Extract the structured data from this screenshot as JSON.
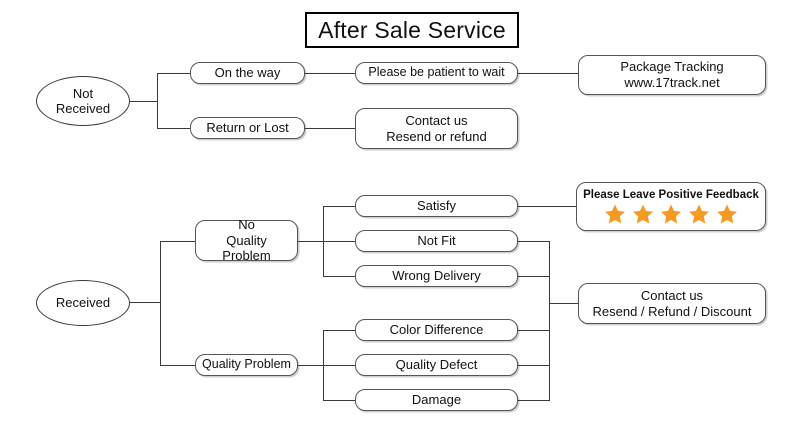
{
  "title": "After Sale Service",
  "flow": {
    "not_received": {
      "root": "Not\nReceived",
      "root_line1": "Not",
      "root_line2": "Received",
      "on_the_way": "On the way",
      "return_or_lost": "Return or Lost",
      "please_wait": "Please be patient to wait",
      "tracking_line1": "Package Tracking",
      "tracking_line2": "www.17track.net",
      "contact_line1": "Contact us",
      "contact_line2": "Resend or refund"
    },
    "received": {
      "root": "Received",
      "no_quality_problem_line1": "No",
      "no_quality_problem_line2": "Quality Problem",
      "quality_problem": "Quality Problem",
      "satisfy": "Satisfy",
      "not_fit": "Not Fit",
      "wrong_delivery": "Wrong Delivery",
      "color_difference": "Color Difference",
      "quality_defect": "Quality Defect",
      "damage": "Damage",
      "feedback_text": "Please Leave Positive Feedback",
      "feedback_star_count": 5,
      "contact_line1": "Contact us",
      "contact_line2": "Resend / Refund / Discount"
    }
  },
  "colors": {
    "star": "#F59A23",
    "line": "#3a3a3a",
    "node_border": "#555555",
    "text": "#111111",
    "background": "#ffffff"
  }
}
